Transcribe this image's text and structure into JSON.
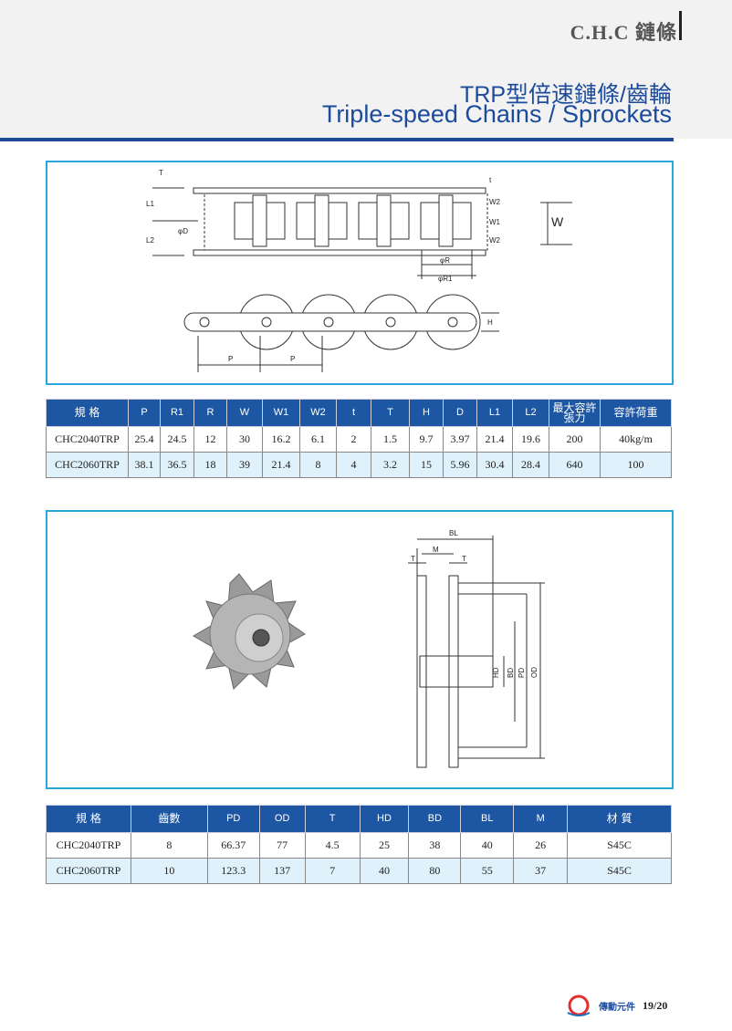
{
  "header": {
    "brand": "C.H.C 鏈條",
    "title_cn": "TRP型倍速鏈條/齒輪",
    "title_en": "Triple-speed  Chains / Sprockets"
  },
  "chain_diagram": {
    "labels": {
      "T": "T",
      "L1": "L1",
      "L2": "L2",
      "D": "φD",
      "t": "t",
      "W2": "W2",
      "W1": "W1",
      "W": "W",
      "R": "φR",
      "R1": "φR1",
      "H": "H",
      "P": "P"
    }
  },
  "chain_table": {
    "headers": [
      "規 格",
      "P",
      "R1",
      "R",
      "W",
      "W1",
      "W2",
      "t",
      "T",
      "H",
      "D",
      "L1",
      "L2",
      "最大容許張力",
      "容許荷重"
    ],
    "rows": [
      [
        "CHC2040TRP",
        "25.4",
        "24.5",
        "12",
        "30",
        "16.2",
        "6.1",
        "2",
        "1.5",
        "9.7",
        "3.97",
        "21.4",
        "19.6",
        "200",
        "40kg/m"
      ],
      [
        "CHC2060TRP",
        "38.1",
        "36.5",
        "18",
        "39",
        "21.4",
        "8",
        "4",
        "3.2",
        "15",
        "5.96",
        "30.4",
        "28.4",
        "640",
        "100"
      ]
    ]
  },
  "sprocket_diagram": {
    "labels": {
      "BL": "BL",
      "M": "M",
      "T1": "T",
      "T2": "T",
      "HD": "HD",
      "BD": "BD",
      "PD": "PD",
      "OD": "OD"
    }
  },
  "sprocket_table": {
    "headers": [
      "規 格",
      "齒數",
      "PD",
      "OD",
      "T",
      "HD",
      "BD",
      "BL",
      "M",
      "材 質"
    ],
    "rows": [
      [
        "CHC2040TRP",
        "8",
        "66.37",
        "77",
        "4.5",
        "25",
        "38",
        "40",
        "26",
        "S45C"
      ],
      [
        "CHC2060TRP",
        "10",
        "123.3",
        "137",
        "7",
        "40",
        "80",
        "55",
        "37",
        "S45C"
      ]
    ]
  },
  "footer": {
    "logo": "CHC",
    "company": "傳動元件",
    "page": "19/20"
  },
  "colors": {
    "blue": "#1d56a2",
    "frame": "#2aa6dc",
    "row_alt": "#dff1fb"
  }
}
